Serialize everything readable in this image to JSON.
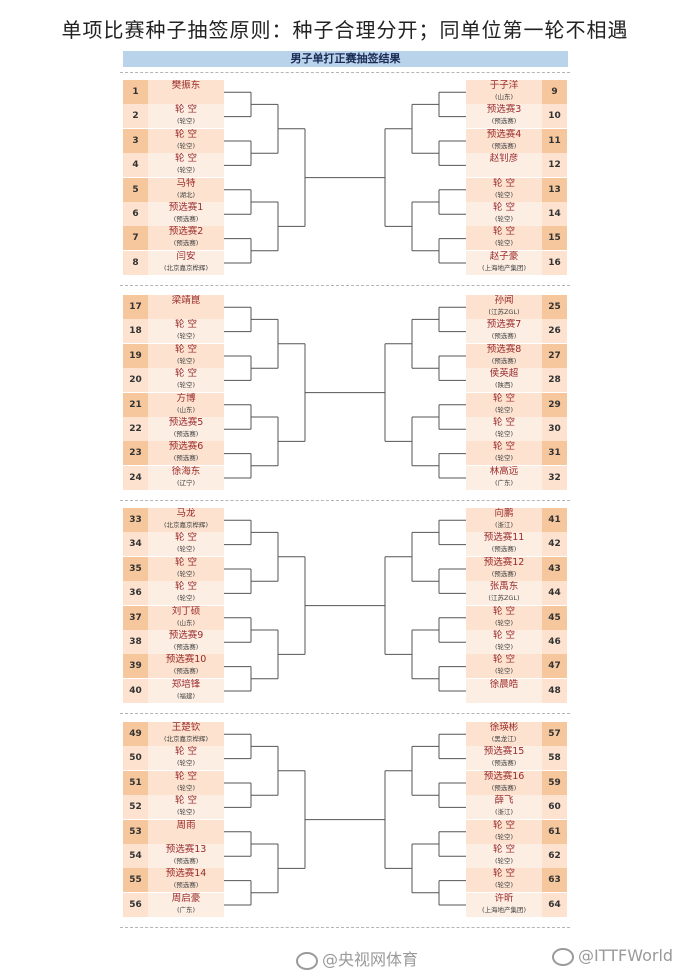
{
  "header": {
    "title": "单项比赛种子抽签原则：种子合理分开；同单位第一轮不相遇",
    "subtitle": "男子单打正赛抽签结果"
  },
  "sections": [
    {
      "left": [
        {
          "num": "1",
          "name": "樊振东",
          "unit": "",
          "seed": true
        },
        {
          "num": "2",
          "name": "轮 空",
          "unit": "(轮空)"
        },
        {
          "num": "3",
          "name": "轮 空",
          "unit": "(轮空)"
        },
        {
          "num": "4",
          "name": "轮 空",
          "unit": "(轮空)"
        },
        {
          "num": "5",
          "name": "马特",
          "unit": "(湖北)"
        },
        {
          "num": "6",
          "name": "预选赛1",
          "unit": "(预选赛)"
        },
        {
          "num": "7",
          "name": "预选赛2",
          "unit": "(预选赛)"
        },
        {
          "num": "8",
          "name": "闫安",
          "unit": "(北京嘉京桦辉)"
        }
      ],
      "right": [
        {
          "num": "9",
          "name": "于子洋",
          "unit": "(山东)",
          "seed": true
        },
        {
          "num": "10",
          "name": "预选赛3",
          "unit": "(预选赛)"
        },
        {
          "num": "11",
          "name": "预选赛4",
          "unit": "(预选赛)"
        },
        {
          "num": "12",
          "name": "赵钊彦",
          "unit": ""
        },
        {
          "num": "13",
          "name": "轮 空",
          "unit": "(轮空)"
        },
        {
          "num": "14",
          "name": "轮 空",
          "unit": "(轮空)"
        },
        {
          "num": "15",
          "name": "轮 空",
          "unit": "(轮空)"
        },
        {
          "num": "16",
          "name": "赵子豪",
          "unit": "(上海地产集团)"
        }
      ]
    },
    {
      "left": [
        {
          "num": "17",
          "name": "梁靖崑",
          "unit": "",
          "seed": true
        },
        {
          "num": "18",
          "name": "轮 空",
          "unit": "(轮空)"
        },
        {
          "num": "19",
          "name": "轮 空",
          "unit": "(轮空)"
        },
        {
          "num": "20",
          "name": "轮 空",
          "unit": "(轮空)"
        },
        {
          "num": "21",
          "name": "方博",
          "unit": "(山东)"
        },
        {
          "num": "22",
          "name": "预选赛5",
          "unit": "(预选赛)"
        },
        {
          "num": "23",
          "name": "预选赛6",
          "unit": "(预选赛)"
        },
        {
          "num": "24",
          "name": "徐海东",
          "unit": "(辽宁)"
        }
      ],
      "right": [
        {
          "num": "25",
          "name": "孙闻",
          "unit": "(江苏ZGL)",
          "seed": true
        },
        {
          "num": "26",
          "name": "预选赛7",
          "unit": "(预选赛)"
        },
        {
          "num": "27",
          "name": "预选赛8",
          "unit": "(预选赛)"
        },
        {
          "num": "28",
          "name": "侯英超",
          "unit": "(陕西)"
        },
        {
          "num": "29",
          "name": "轮 空",
          "unit": "(轮空)"
        },
        {
          "num": "30",
          "name": "轮 空",
          "unit": "(轮空)"
        },
        {
          "num": "31",
          "name": "轮 空",
          "unit": "(轮空)"
        },
        {
          "num": "32",
          "name": "林高远",
          "unit": "(广东)"
        }
      ]
    },
    {
      "left": [
        {
          "num": "33",
          "name": "马龙",
          "unit": "(北京嘉京桦辉)",
          "seed": true
        },
        {
          "num": "34",
          "name": "轮 空",
          "unit": "(轮空)"
        },
        {
          "num": "35",
          "name": "轮 空",
          "unit": "(轮空)"
        },
        {
          "num": "36",
          "name": "轮 空",
          "unit": "(轮空)"
        },
        {
          "num": "37",
          "name": "刘丁硕",
          "unit": "(山东)"
        },
        {
          "num": "38",
          "name": "预选赛9",
          "unit": "(预选赛)"
        },
        {
          "num": "39",
          "name": "预选赛10",
          "unit": "(预选赛)"
        },
        {
          "num": "40",
          "name": "郑培锋",
          "unit": "(福建)"
        }
      ],
      "right": [
        {
          "num": "41",
          "name": "向鹏",
          "unit": "(浙江)",
          "seed": true
        },
        {
          "num": "42",
          "name": "预选赛11",
          "unit": "(预选赛)"
        },
        {
          "num": "43",
          "name": "预选赛12",
          "unit": "(预选赛)"
        },
        {
          "num": "44",
          "name": "张禹东",
          "unit": "(江苏ZGL)"
        },
        {
          "num": "45",
          "name": "轮 空",
          "unit": "(轮空)"
        },
        {
          "num": "46",
          "name": "轮 空",
          "unit": "(轮空)"
        },
        {
          "num": "47",
          "name": "轮 空",
          "unit": "(轮空)"
        },
        {
          "num": "48",
          "name": "徐晨皓",
          "unit": ""
        }
      ]
    },
    {
      "left": [
        {
          "num": "49",
          "name": "王楚钦",
          "unit": "(北京嘉京桦辉)",
          "seed": true
        },
        {
          "num": "50",
          "name": "轮 空",
          "unit": "(轮空)"
        },
        {
          "num": "51",
          "name": "轮 空",
          "unit": "(轮空)"
        },
        {
          "num": "52",
          "name": "轮 空",
          "unit": "(轮空)"
        },
        {
          "num": "53",
          "name": "周雨",
          "unit": ""
        },
        {
          "num": "54",
          "name": "预选赛13",
          "unit": "(预选赛)"
        },
        {
          "num": "55",
          "name": "预选赛14",
          "unit": "(预选赛)"
        },
        {
          "num": "56",
          "name": "周启豪",
          "unit": "(广东)"
        }
      ],
      "right": [
        {
          "num": "57",
          "name": "徐瑛彬",
          "unit": "(黑龙江)",
          "seed": true
        },
        {
          "num": "58",
          "name": "预选赛15",
          "unit": "(预选赛)"
        },
        {
          "num": "59",
          "name": "预选赛16",
          "unit": "(预选赛)"
        },
        {
          "num": "60",
          "name": "薛飞",
          "unit": "(浙江)"
        },
        {
          "num": "61",
          "name": "轮 空",
          "unit": "(轮空)"
        },
        {
          "num": "62",
          "name": "轮 空",
          "unit": "(轮空)"
        },
        {
          "num": "63",
          "name": "轮 空",
          "unit": "(轮空)"
        },
        {
          "num": "64",
          "name": "许昕",
          "unit": "(上海地产集团)"
        }
      ]
    }
  ],
  "watermark": {
    "left_text": "@央视网体育",
    "right_text": "@ITTFWorld",
    "icon": "weibo-icon"
  },
  "colors": {
    "seed_bg": "#f6c79d",
    "alt_bg": "#fce2cf",
    "pale_bg": "#fdeee3",
    "name_text": "#9a2a2a",
    "header_bg": "#b8d3ea"
  }
}
